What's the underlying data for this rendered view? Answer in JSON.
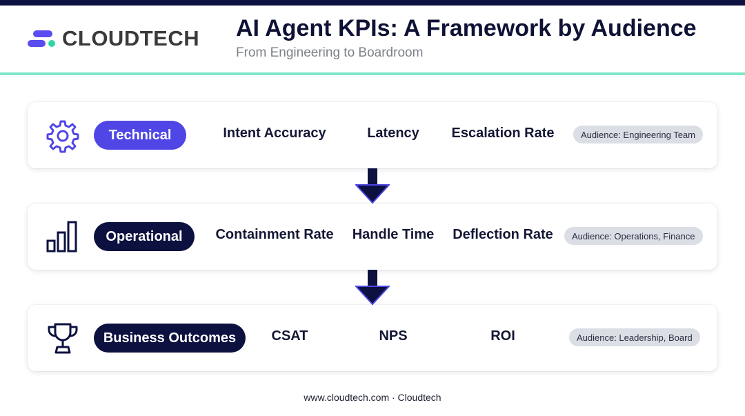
{
  "header": {
    "logo_text": "CLOUDTECH",
    "title": "AI Agent KPIs: A Framework by Audience",
    "subtitle": "From Engineering to Boardroom"
  },
  "colors": {
    "navy": "#0d1140",
    "indigo": "#4f46e5",
    "accent_green": "#7ee7c8",
    "badge_gray": "#dcdee5"
  },
  "tiers": [
    {
      "icon": "gear-icon",
      "level": "Technical",
      "kpis": [
        "Intent Accuracy",
        "Latency",
        "Escalation Rate"
      ],
      "audience": "Audience: Engineering Team"
    },
    {
      "icon": "bar-chart-icon",
      "level": "Operational",
      "kpis": [
        "Containment Rate",
        "Handle Time",
        "Deflection Rate"
      ],
      "audience": "Audience: Operations, Finance"
    },
    {
      "icon": "trophy-icon",
      "level": "Business Outcomes",
      "kpis": [
        "CSAT",
        "NPS",
        "ROI"
      ],
      "audience": "Audience: Leadership, Board"
    }
  ],
  "footer": "www.cloudtech.com · Cloudtech"
}
